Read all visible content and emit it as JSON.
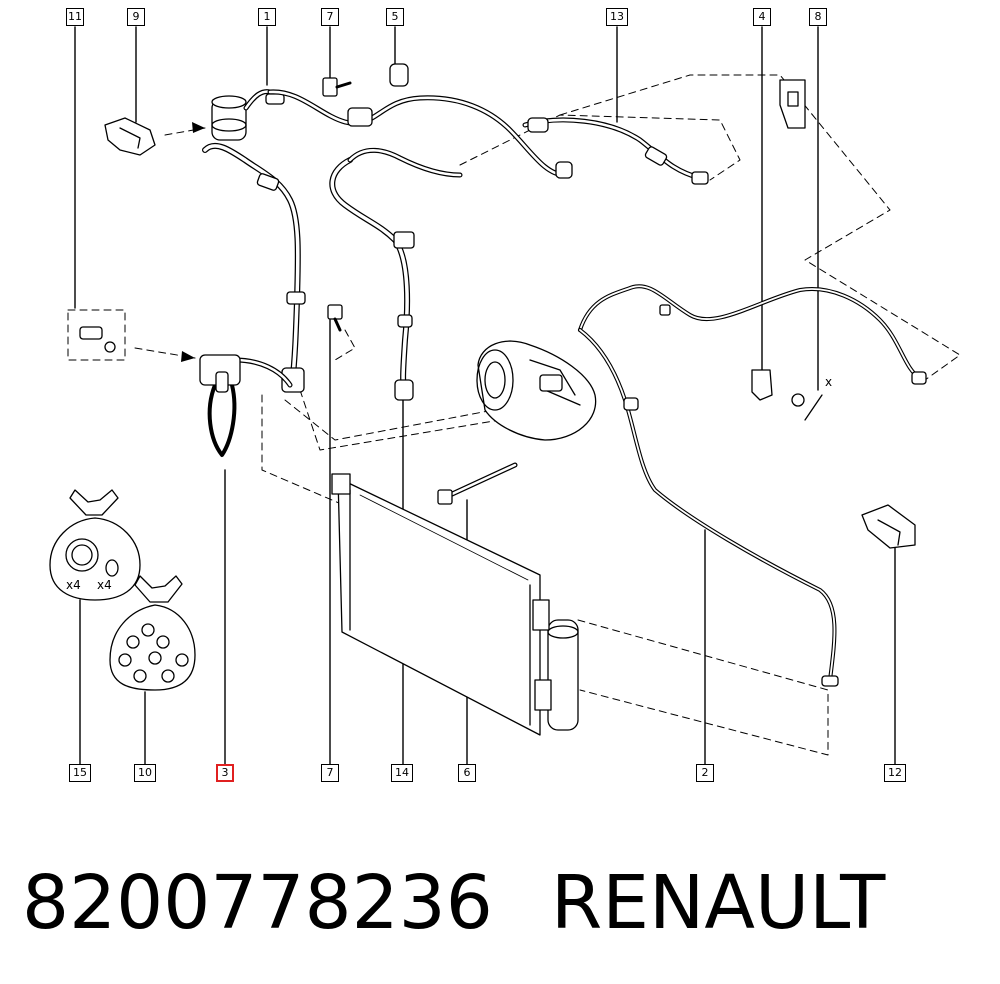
{
  "callouts": {
    "c11": "11",
    "c9": "9",
    "c1": "1",
    "c7top": "7",
    "c5": "5",
    "c13": "13",
    "c4": "4",
    "c8": "8",
    "c15": "15",
    "c10": "10",
    "c3": "3",
    "c7bot": "7",
    "c14": "14",
    "c6": "6",
    "c2": "2",
    "c12": "12"
  },
  "highlighted_callout": "3",
  "accent_color": "#e02020",
  "line_color": "#000000",
  "labels": {
    "qty_a": "x4",
    "qty_b": "x4",
    "axis_x": "x"
  },
  "footer": {
    "part_number": "8200778236",
    "brand": "RENAULT"
  }
}
